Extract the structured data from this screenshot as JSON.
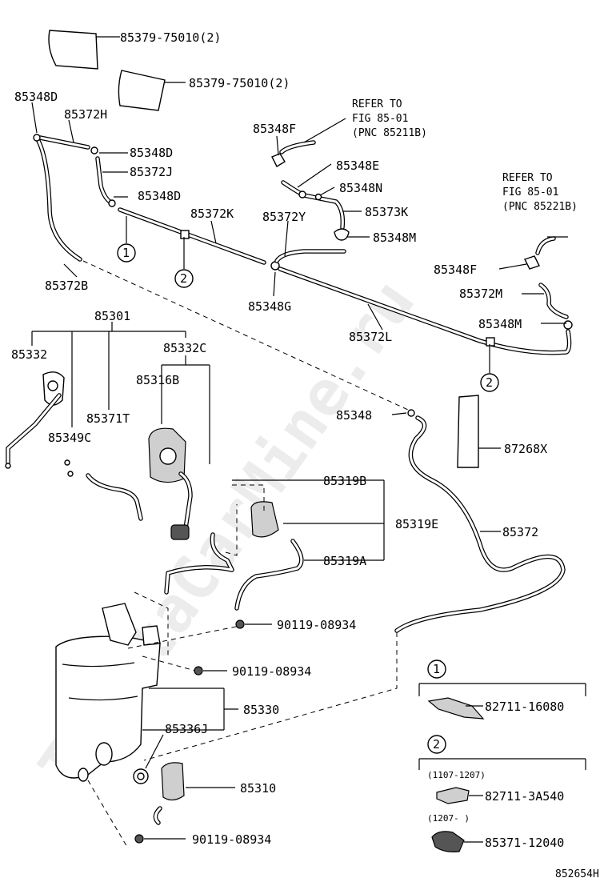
{
  "diagram": {
    "labels": {
      "p85379_a": "85379-75010(2)",
      "p85379_b": "85379-75010(2)",
      "p85348D_1": "85348D",
      "p85372H": "85372H",
      "p85348D_2": "85348D",
      "p85372J": "85372J",
      "p85348D_3": "85348D",
      "p85372K": "85372K",
      "p85372Y": "85372Y",
      "p85348F_1": "85348F",
      "p85348E": "85348E",
      "p85348N": "85348N",
      "p85373K": "85373K",
      "p85348M_1": "85348M",
      "p85348F_2": "85348F",
      "p85372M": "85372M",
      "p85348M_2": "85348M",
      "p85372B": "85372B",
      "p85348G": "85348G",
      "p85372L": "85372L",
      "p85301": "85301",
      "p85332": "85332",
      "p85332C": "85332C",
      "p85316B": "85316B",
      "p85371T": "85371T",
      "p85349C": "85349C",
      "p85348": "85348",
      "p87268X": "87268X",
      "p85319B": "85319B",
      "p85319E": "85319E",
      "p85319A": "85319A",
      "p85372": "85372",
      "p90119_a": "90119-08934",
      "p90119_b": "90119-08934",
      "p85330": "85330",
      "p85336J": "85336J",
      "p85310": "85310",
      "p90119_c": "90119-08934",
      "p82711_16080": "82711-16080",
      "p82711_3A540": "82711-3A540",
      "p85371_12040": "85371-12040"
    },
    "refer_1": {
      "line1": "REFER TO",
      "line2": "FIG 85-01",
      "line3": "(PNC 85211B)"
    },
    "refer_2": {
      "line1": "REFER TO",
      "line2": "FIG 85-01",
      "line3": "(PNC 85221B)"
    },
    "callouts": {
      "c1": "1",
      "c2": "2"
    },
    "date_ranges": {
      "r1": "(1107-1207)",
      "r2": "(1207-    )"
    },
    "figure_code": "852654H",
    "watermark": "ToyotaCarMine.ru"
  }
}
